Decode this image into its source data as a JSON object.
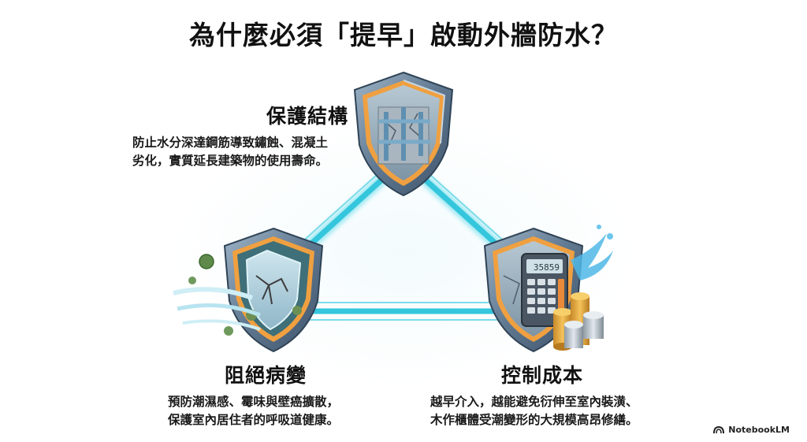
{
  "title": "為什麼必須「提早」啟動外牆防水？",
  "nodes": {
    "protect": {
      "heading": "保護結構",
      "lines": [
        "防止水分深達鋼筋導致鏽蝕、混凝土",
        "劣化，實質延長建築物的使用壽命。"
      ]
    },
    "block": {
      "heading": "阻絕病變",
      "lines": [
        "預防潮濕感、霉味與壁癌擴散，",
        "保護室內居住者的呼吸道健康。"
      ]
    },
    "cost": {
      "heading": "控制成本",
      "lines": [
        "越早介入，越能避免衍伸至室內裝潢、",
        "木作櫃體受潮變形的大規模高昂修繕。"
      ],
      "calculator_display": "35859"
    }
  },
  "colors": {
    "connector": "#34c6dc",
    "shield_rim": "#6f8aa3",
    "shield_accent": "#f0a040"
  },
  "brand": "NotebookLM"
}
